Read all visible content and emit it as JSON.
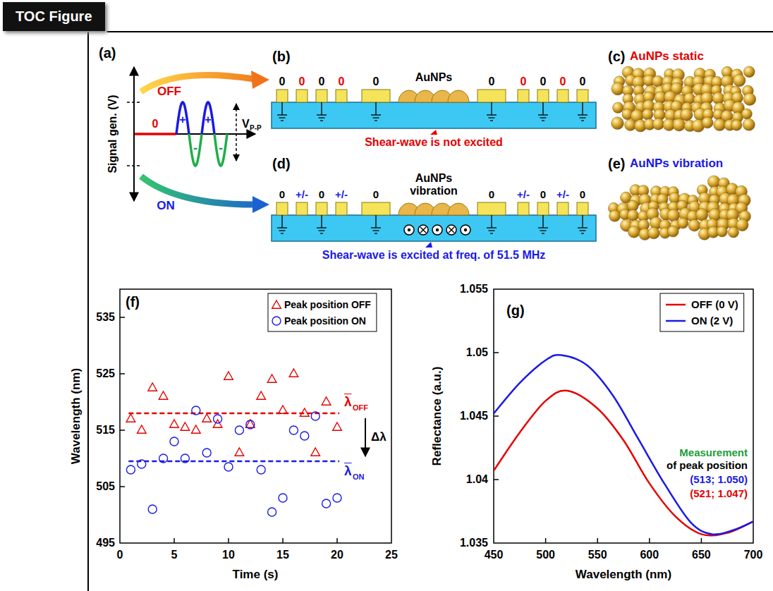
{
  "diagram": {
    "nodes": [
      {
        "text": [
          "TOC Figure"
        ]
      }
    ],
    "labels": [
      "(a)",
      "Signal gen. (V)",
      "OFF",
      "ON",
      "0",
      "+",
      "+",
      "-",
      "-",
      "V",
      "P-P",
      "(b)",
      "0",
      "0",
      "0",
      "0",
      "0",
      "AuNPs",
      "0",
      "0",
      "0",
      "0",
      "0",
      "Shear-wave is not excited",
      "(c)",
      "AuNPs static",
      "(d)",
      "0",
      "+/-",
      "0",
      "+/-",
      "0",
      "AuNPs vibration",
      "0",
      "+/-",
      "0",
      "+/-",
      "0",
      "Shear-wave is excited at freq. of 51.5 MHz",
      "(e)",
      "AuNPs vibration",
      "(f)",
      "Wavelength (nm)",
      "535",
      "525",
      "515",
      "505",
      "495",
      "0",
      "5",
      "10",
      "15",
      "20",
      "25",
      "Time (s)",
      "λ",
      "OFF",
      "Δλ",
      "λ",
      "ON",
      "(g)",
      "Reflectance (a.u.)",
      "1.055",
      "1.05",
      "1.045",
      "1.04",
      "1.035",
      "450",
      "500",
      "550",
      "600",
      "650",
      "700",
      "Wavelength (nm)",
      "Measurement",
      "of peak position",
      "(513; 1.050)",
      "(521; 1.047)"
    ],
    "legend": [
      {
        "text": "Peak position OFF"
      },
      {
        "text": "Peak position ON"
      },
      {
        "text": "OFF (0 V)"
      },
      {
        "text": "ON (2 V)"
      }
    ]
  }
}
